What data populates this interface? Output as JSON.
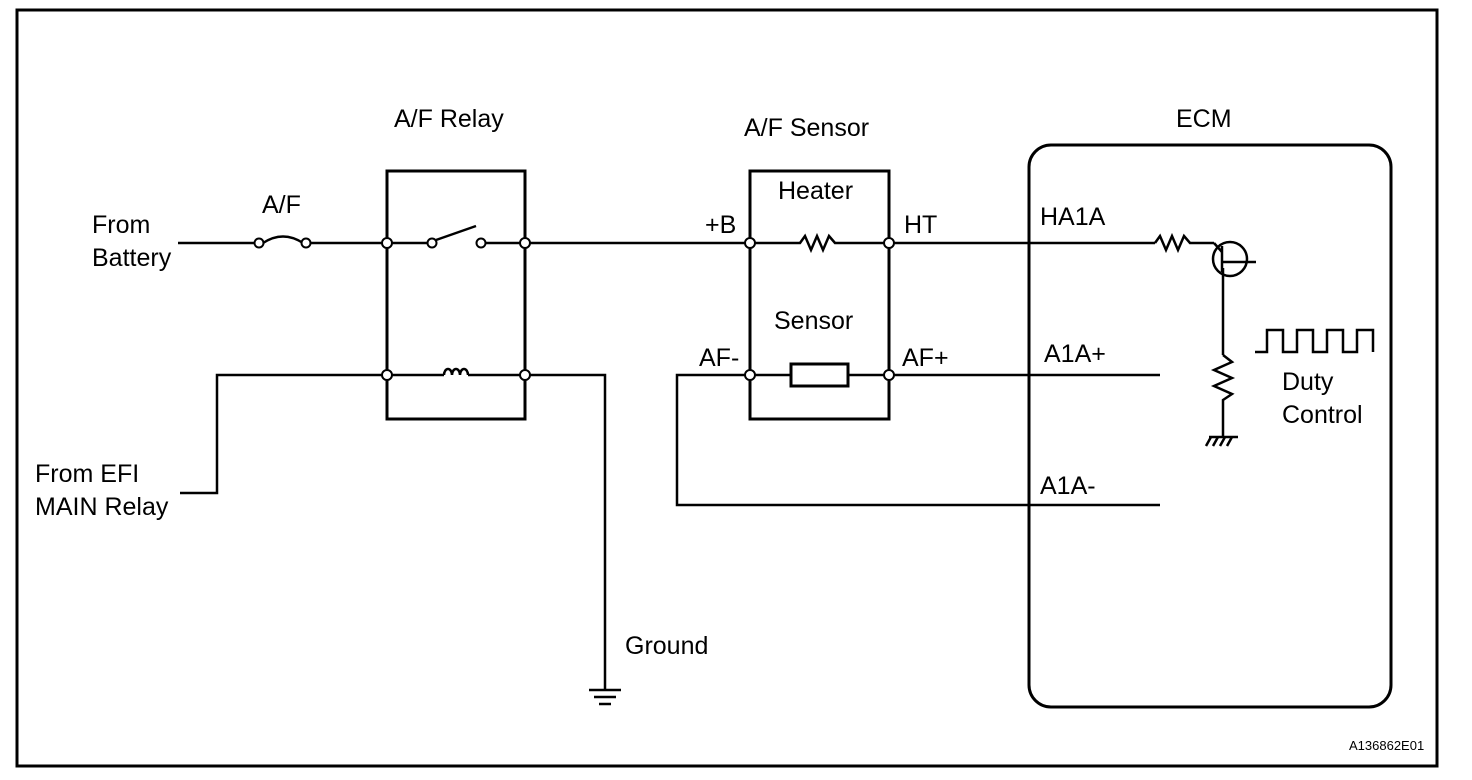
{
  "labels": {
    "from_battery_1": "From",
    "from_battery_2": "Battery",
    "fuse": "A/F",
    "relay_title": "A/F Relay",
    "sensor_title": "A/F Sensor",
    "heater": "Heater",
    "sensor": "Sensor",
    "pin_b": "+B",
    "pin_ht": "HT",
    "pin_afm": "AF-",
    "pin_afp": "AF+",
    "ecm_title": "ECM",
    "pin_ha1a": "HA1A",
    "pin_a1ap": "A1A+",
    "pin_a1am": "A1A-",
    "duty_1": "Duty",
    "duty_2": "Control",
    "efi_1": "From EFI",
    "efi_2": "MAIN Relay",
    "ground": "Ground",
    "figure_id": "A136862E01"
  }
}
